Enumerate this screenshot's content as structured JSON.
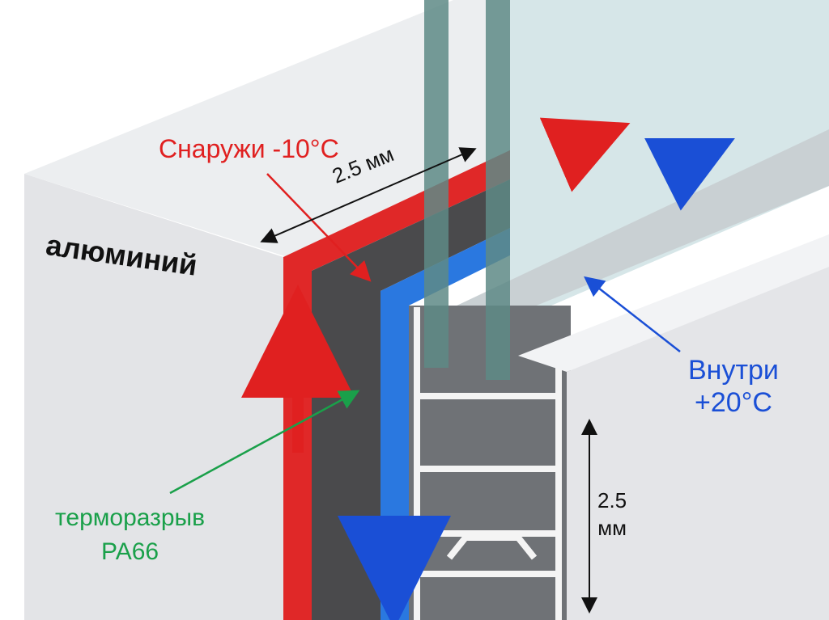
{
  "labels": {
    "outside": "Снаружи -10°C",
    "aluminum": "алюминий",
    "dim_top": "2.5 мм",
    "inside_line1": "Внутри",
    "inside_line2": "+20°C",
    "thermal_break_line1": "терморазрыв",
    "thermal_break_line2": "PA66",
    "dim_side_line1": "2.5",
    "dim_side_line2": "мм"
  },
  "colors": {
    "outside": "#e02020",
    "inside": "#1a4fd6",
    "thermal_break": "#1aa04a",
    "aluminum": "#e6e7ea",
    "foam": "#4a4a4c",
    "glass": "#cfe3e4"
  }
}
